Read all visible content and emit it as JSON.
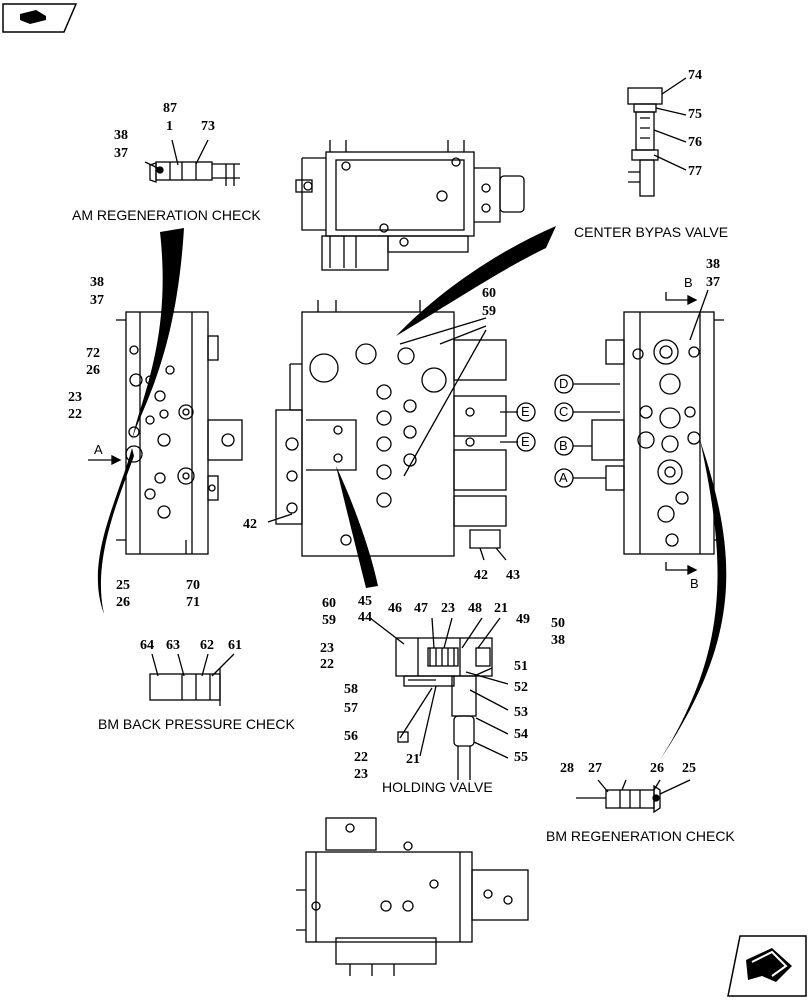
{
  "captions": {
    "am_regen": "AM REGENERATION CHECK",
    "center_bypass": "CENTER BYPAS VALVE",
    "bm_back_pressure": "BM BACK PRESSURE CHECK",
    "holding_valve": "HOLDING VALVE",
    "bm_regen": "BM REGENERATION CHECK"
  },
  "section_markers": {
    "a": "A",
    "b": "B"
  },
  "port_letters": {
    "c": "C",
    "d": "D",
    "e": "E"
  },
  "numbers": {
    "n87": "87",
    "n1": "1",
    "n73": "73",
    "n38a": "38",
    "n37a": "37",
    "n74": "74",
    "n75": "75",
    "n76": "76",
    "n77": "77",
    "n38b": "38",
    "n37b": "37",
    "n72": "72",
    "n26a": "26",
    "n23a": "23",
    "n22a": "22",
    "n25a": "25",
    "n26b": "26",
    "n70": "70",
    "n71": "71",
    "n60a": "60",
    "n59a": "59",
    "n42a": "42",
    "n42b": "42",
    "n43": "43",
    "n38c": "38",
    "n37c": "37",
    "n60b": "60",
    "n59b": "59",
    "n45": "45",
    "n44": "44",
    "n46": "46",
    "n47": "47",
    "n23b": "23",
    "n48": "48",
    "n21a": "21",
    "n49": "49",
    "n50": "50",
    "n38d": "38",
    "n23c": "23",
    "n22b": "22",
    "n51": "51",
    "n52": "52",
    "n58": "58",
    "n57": "57",
    "n53": "53",
    "n56": "56",
    "n54": "54",
    "n22c": "22",
    "n23d": "23",
    "n21b": "21",
    "n55": "55",
    "n64": "64",
    "n63": "63",
    "n62": "62",
    "n61": "61",
    "n28": "28",
    "n27": "27",
    "n26c": "26",
    "n25b": "25"
  }
}
